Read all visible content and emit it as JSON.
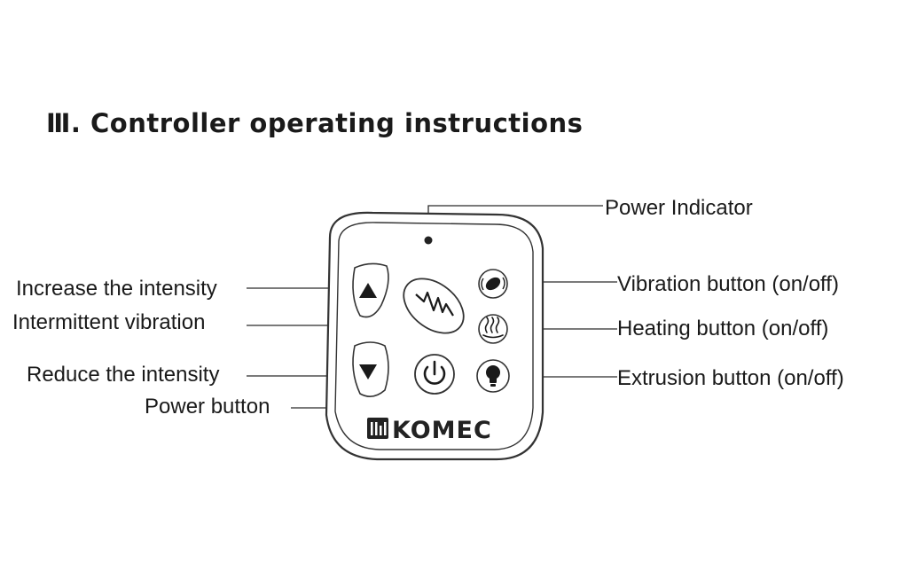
{
  "title": "Ⅲ. Controller operating instructions",
  "labels": {
    "power_indicator": "Power Indicator",
    "increase": "Increase the intensity",
    "intermittent": "Intermittent vibration",
    "reduce": "Reduce the intensity",
    "power_button": "Power button",
    "vibration": "Vibration button (on/off)",
    "heating": "Heating button (on/off)",
    "extrusion": "Extrusion button (on/off)"
  },
  "brand": "KOMEC",
  "colors": {
    "ink": "#2a2a2a",
    "text": "#1a1a1a",
    "background": "#ffffff"
  },
  "icons": {
    "up": "up-arrow-icon",
    "down": "down-arrow-icon",
    "wave": "zigzag-wave-icon",
    "power": "power-icon",
    "vibration": "vibration-icon",
    "heating": "heat-waves-icon",
    "extrusion": "lightbulb-icon"
  }
}
